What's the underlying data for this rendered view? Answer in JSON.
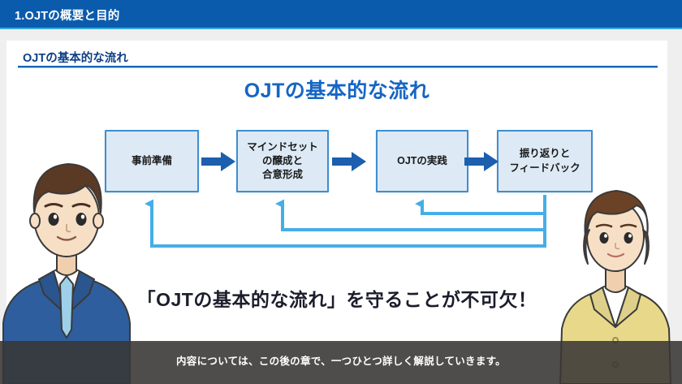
{
  "header": {
    "title": "1.OJTの概要と目的",
    "bar_color": "#0b5bac",
    "accent_color": "#37a9e0"
  },
  "slide": {
    "section_title": "OJTの基本的な流れ",
    "main_title": "OJTの基本的な流れ",
    "statement": "「OJTの基本的な流れ」を守ることが不可欠！",
    "title_color": "#1565c4",
    "section_title_color": "#0d3f87"
  },
  "flow": {
    "box_fill": "#ddeaf6",
    "box_border": "#3f8ed0",
    "forward_arrow_color": "#1b5fae",
    "loop_arrow_color": "#45aee6",
    "steps": [
      {
        "id": "step-1",
        "lines": [
          "事前準備"
        ]
      },
      {
        "id": "step-2",
        "lines": [
          "マインドセット",
          "の醸成と",
          "合意形成"
        ]
      },
      {
        "id": "step-3",
        "lines": [
          "OJTの実践"
        ]
      },
      {
        "id": "step-4",
        "lines": [
          "振り返りと",
          "フィードバック"
        ]
      }
    ],
    "forward_arrows": [
      "arrow-step1-to-step2",
      "arrow-step2-to-step3",
      "arrow-step3-to-step4"
    ],
    "feedback_loops": [
      {
        "id": "loop-to-step-3",
        "from": "step-4",
        "to": "step-3"
      },
      {
        "id": "loop-to-step-2",
        "from": "step-4",
        "to": "step-2"
      },
      {
        "id": "loop-to-step-1",
        "from": "step-4",
        "to": "step-1"
      }
    ]
  },
  "characters": [
    {
      "id": "presenter-male",
      "hair": "#5a3a24",
      "suit": "#2f5e9e",
      "tie": "#9fd0ea",
      "skin": "#f7dfc6"
    },
    {
      "id": "presenter-female",
      "hair": "#6b4226",
      "jacket": "#e8d98a",
      "top": "#ffffff",
      "skin": "#f7dfc6"
    }
  ],
  "caption": {
    "text": "内容については、この後の章で、一つひとつ詳しく解説していきます。",
    "background": "#393735"
  }
}
